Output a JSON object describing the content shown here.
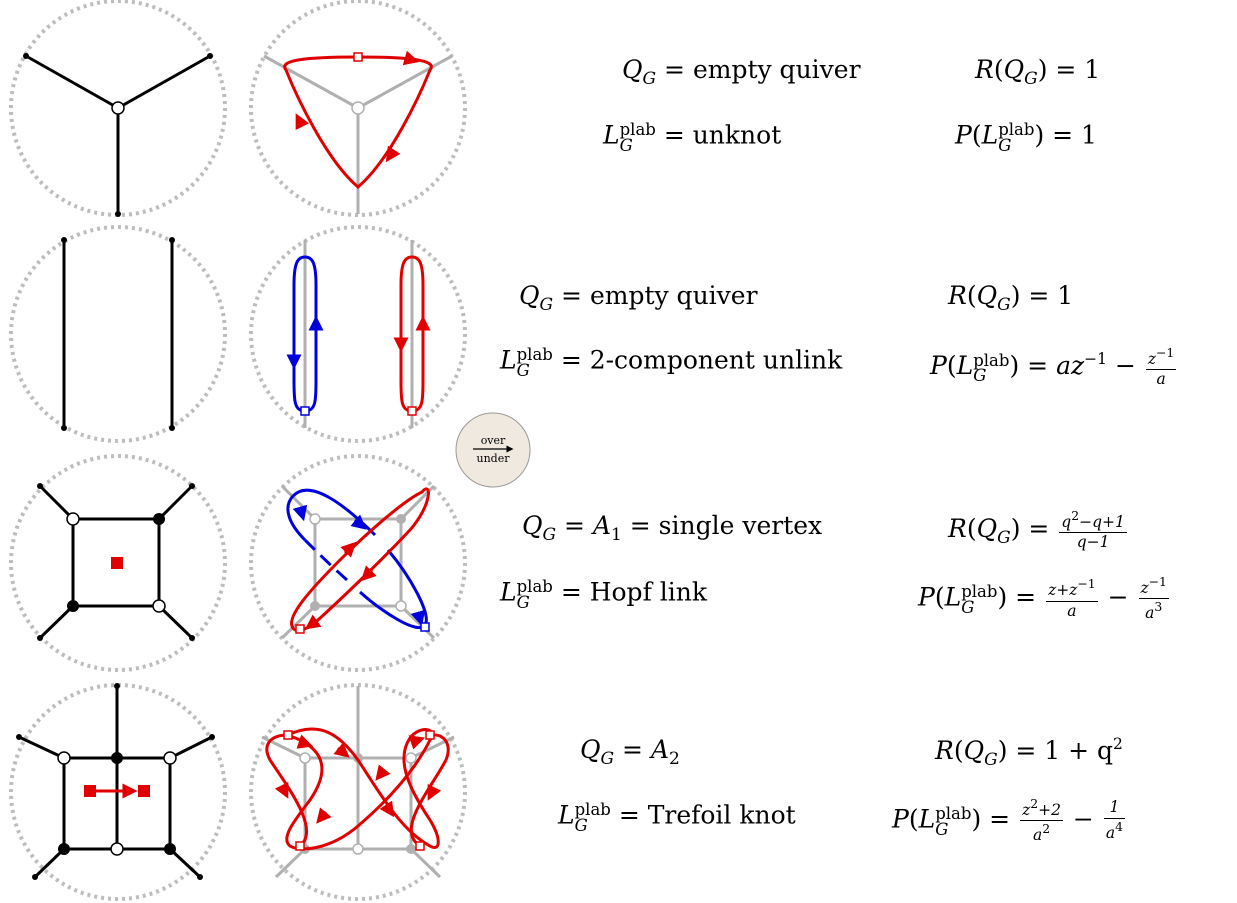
{
  "rows": [
    {
      "lhs1": "= empty quiver",
      "rhs1": "= 1",
      "lhs2": "= unknot",
      "rhs2": "= 1"
    },
    {
      "lhs1": "= empty quiver",
      "rhs1": "= 1",
      "lhs2": "= 2-component unlink",
      "rhs2": "="
    },
    {
      "lhs1": "= single vertex",
      "rhs1": "=",
      "lhs2": "= Hopf link",
      "rhs2": "="
    },
    {
      "lhs1": "",
      "rhs1": "= 1 + q",
      "lhs2": "= Trefoil knot",
      "rhs2": "="
    }
  ],
  "symbols": {
    "Q": "Q",
    "G": "G",
    "L": "L",
    "plab": "plab",
    "R": "R",
    "P": "P",
    "A1": "A",
    "A2": "A"
  },
  "legend": {
    "over": "over",
    "under": "under"
  },
  "colors": {
    "red": "#e00000",
    "blue": "#0000dd",
    "gray": "#b0b0b0",
    "boundary": "#bdbdbd",
    "legend_fill": "#efe9e0"
  }
}
